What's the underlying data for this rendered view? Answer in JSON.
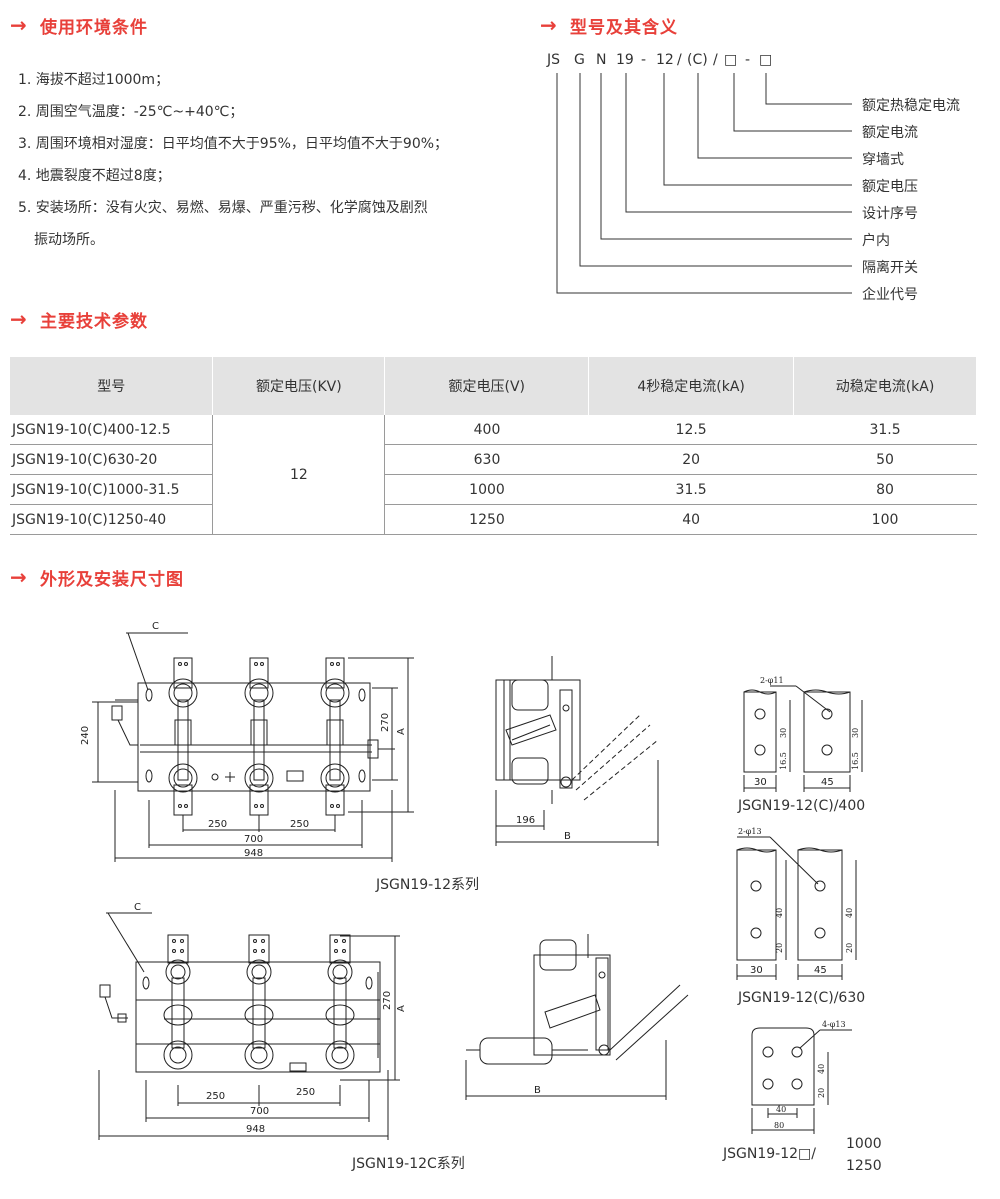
{
  "sections": {
    "conditions": {
      "title": "使用环境条件",
      "arrow": "→"
    },
    "model_meaning": {
      "title": "型号及其含义",
      "arrow": "→"
    },
    "tech_params": {
      "title": "主要技术参数",
      "arrow": "→"
    },
    "dimensions": {
      "title": "外形及安装尺寸图",
      "arrow": "→"
    }
  },
  "conditions": [
    "1. 海拔不超过1000m；",
    "2. 周围空气温度：-25℃~+40℃；",
    "3. 周围环境相对湿度：日平均值不大于95%，日平均值不大于90%；",
    "4. 地震裂度不超过8度；",
    "5. 安装场所：没有火灾、易燃、易爆、严重污秽、化学腐蚀及剧烈",
    "振动场所。"
  ],
  "model_code": [
    "JS",
    "G",
    "N",
    "19",
    "-",
    "12",
    "/",
    "(C)",
    "/",
    "□",
    "-",
    "□"
  ],
  "model_meanings": [
    "额定热稳定电流",
    "额定电流",
    "穿墙式",
    "额定电压",
    "设计序号",
    "户内",
    "隔离开关",
    "企业代号"
  ],
  "table": {
    "headers": [
      "型号",
      "额定电压(KV)",
      "额定电压(V)",
      "4秒稳定电流(kA)",
      "动稳定电流(kA)"
    ],
    "rated_kv": "12",
    "rows": [
      {
        "model": "JSGN19-10(C)400-12.5",
        "v": "400",
        "i4s": "12.5",
        "dyn": "31.5"
      },
      {
        "model": "JSGN19-10(C)630-20",
        "v": "630",
        "i4s": "20",
        "dyn": "50"
      },
      {
        "model": "JSGN19-10(C)1000-31.5",
        "v": "1000",
        "i4s": "31.5",
        "dyn": "80"
      },
      {
        "model": "JSGN19-10(C)1250-40",
        "v": "1250",
        "i4s": "40",
        "dyn": "100"
      }
    ]
  },
  "drawings": {
    "series1_caption": "JSGN19-12系列",
    "series2_caption": "JSGN19-12C系列",
    "cap_400": "JSGN19-12(C)/400",
    "cap_630": "JSGN19-12(C)/630",
    "cap_final_prefix": "JSGN19-12□/",
    "cap_final_top": "1000",
    "cap_final_bottom": "1250",
    "dims": {
      "c": "C",
      "d240": "240",
      "d270": "270",
      "a": "A",
      "b": "B",
      "d250": "250",
      "d700": "700",
      "d948": "948",
      "d196": "196",
      "hole_2_11": "2-φ11",
      "hole_2_13": "2-φ13",
      "hole_4_13": "4-φ13",
      "d30": "30",
      "d45": "45",
      "d16_5": "16.5",
      "d40": "40",
      "d20": "20",
      "d80": "80"
    }
  }
}
